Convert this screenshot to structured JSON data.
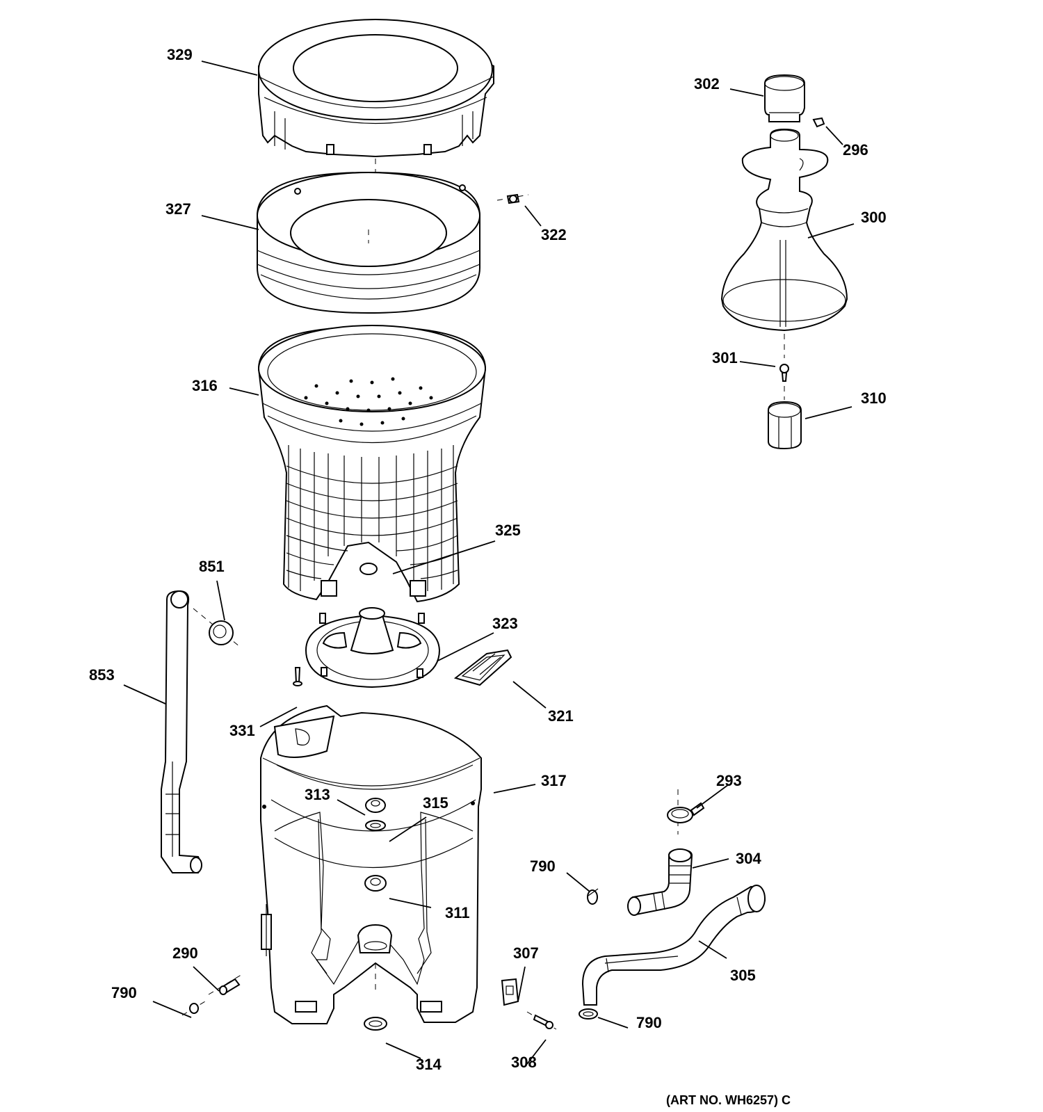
{
  "diagram": {
    "art_number": "(ART NO. WH6257) C",
    "parts": [
      {
        "id": "p329",
        "label": "329"
      },
      {
        "id": "p327",
        "label": "327"
      },
      {
        "id": "p322",
        "label": "322"
      },
      {
        "id": "p316",
        "label": "316"
      },
      {
        "id": "p325",
        "label": "325"
      },
      {
        "id": "p851",
        "label": "851"
      },
      {
        "id": "p853",
        "label": "853"
      },
      {
        "id": "p323",
        "label": "323"
      },
      {
        "id": "p321",
        "label": "321"
      },
      {
        "id": "p331",
        "label": "331"
      },
      {
        "id": "p317",
        "label": "317"
      },
      {
        "id": "p313",
        "label": "313"
      },
      {
        "id": "p315",
        "label": "315"
      },
      {
        "id": "p311",
        "label": "311"
      },
      {
        "id": "p290",
        "label": "290"
      },
      {
        "id": "p790a",
        "label": "790"
      },
      {
        "id": "p314",
        "label": "314"
      },
      {
        "id": "p307",
        "label": "307"
      },
      {
        "id": "p308",
        "label": "308"
      },
      {
        "id": "p790b",
        "label": "790"
      },
      {
        "id": "p790c",
        "label": "790"
      },
      {
        "id": "p305",
        "label": "305"
      },
      {
        "id": "p304",
        "label": "304"
      },
      {
        "id": "p293",
        "label": "293"
      },
      {
        "id": "p302",
        "label": "302"
      },
      {
        "id": "p296",
        "label": "296"
      },
      {
        "id": "p300",
        "label": "300"
      },
      {
        "id": "p301",
        "label": "301"
      },
      {
        "id": "p310",
        "label": "310"
      }
    ]
  }
}
